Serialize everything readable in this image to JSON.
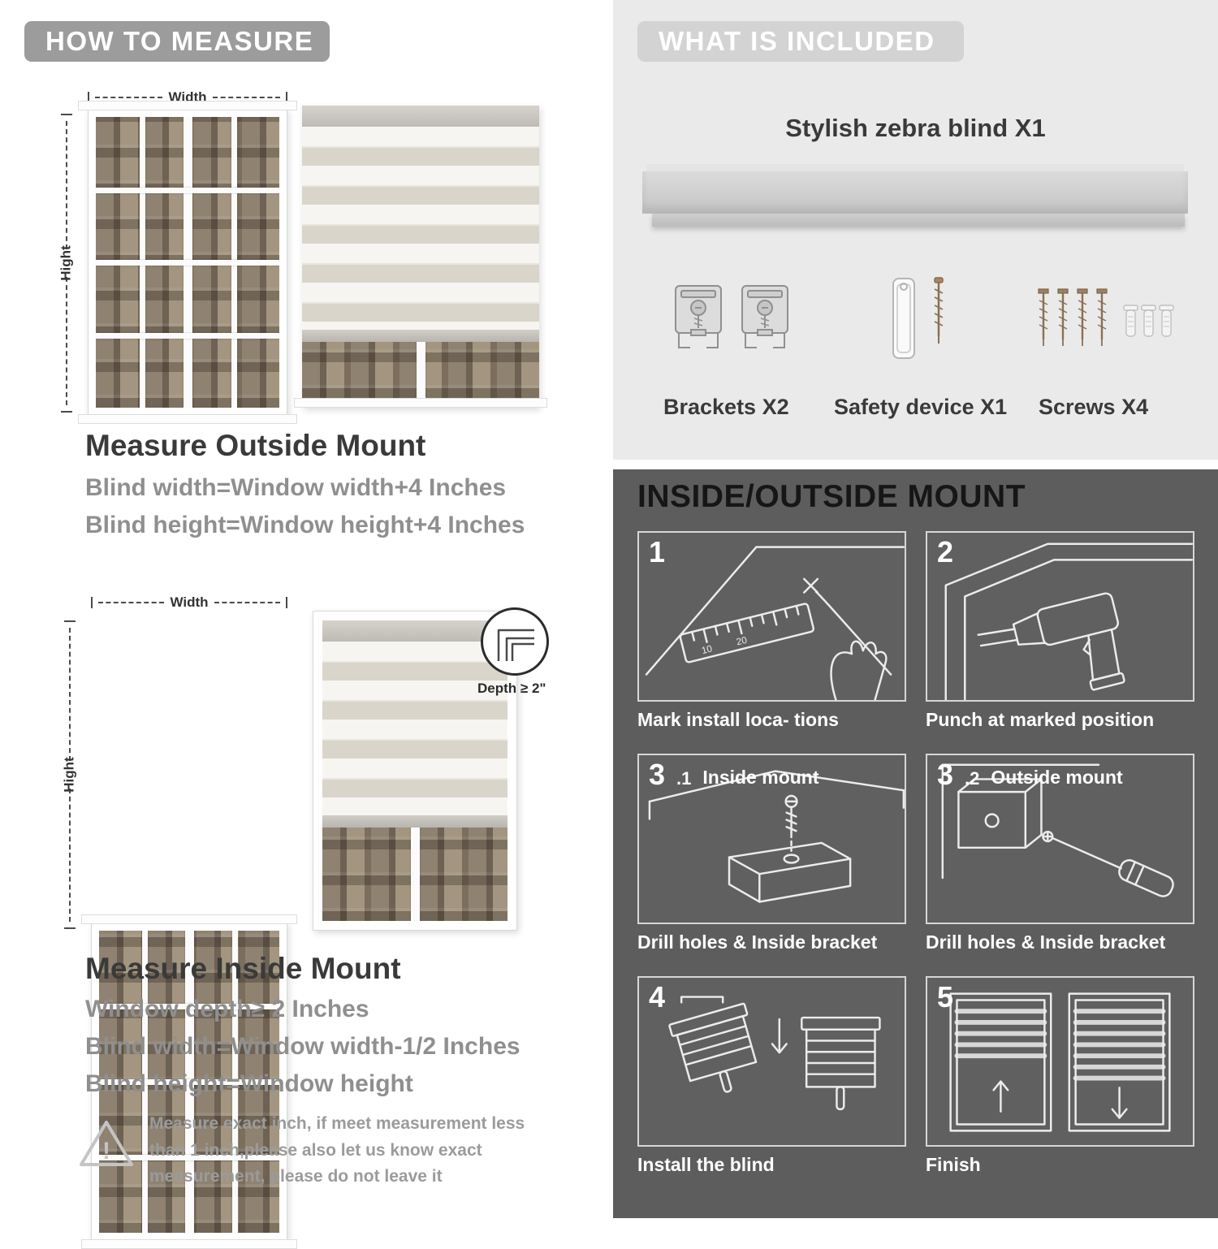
{
  "left": {
    "banner": "HOW TO MEASURE",
    "labels": {
      "width": "Width",
      "height": "Hight"
    },
    "outside": {
      "heading": "Measure Outside Mount",
      "line1": "Blind width=Window width+4 Inches",
      "line2": "Blind height=Window height+4 Inches"
    },
    "inside": {
      "depth_callout": "Depth ≥ 2\"",
      "heading": "Measure Inside Mount",
      "line1": "Window depth≥ 2 Inches",
      "line2": "Blind width=Window width-1/2 Inches",
      "line3": "Blind height=Window height"
    },
    "warning_text": "Measure exact inch, if meet measurement less than 1 inch,please also let us know exact measurement, please do not leave it"
  },
  "right": {
    "included": {
      "banner": "WHAT IS INCLUDED",
      "product_title": "Stylish zebra blind X1",
      "items": [
        {
          "label": "Brackets X2",
          "icon": "bracket-icon"
        },
        {
          "label": "Safety device X1",
          "icon": "safety-device-icon"
        },
        {
          "label": "Screws X4",
          "icon": "screws-icon"
        }
      ]
    },
    "mount": {
      "heading": "INSIDE/OUTSIDE MOUNT",
      "ruler_marks": [
        "10",
        "20"
      ],
      "steps": [
        {
          "num": "1",
          "sub_num": "",
          "label": "",
          "caption": "Mark install loca- tions"
        },
        {
          "num": "2",
          "sub_num": "",
          "label": "",
          "caption": "Punch at  marked position"
        },
        {
          "num": "3",
          "sub_num": ".1",
          "label": "Inside mount",
          "caption": "Drill holes &  Inside bracket"
        },
        {
          "num": "3",
          "sub_num": ".2",
          "label": "Outside mount",
          "caption": "Drill holes &  Inside bracket"
        },
        {
          "num": "4",
          "sub_num": "",
          "label": "",
          "caption": "Install the blind"
        },
        {
          "num": "5",
          "sub_num": "",
          "label": "",
          "caption": "Finish"
        }
      ]
    }
  },
  "colors": {
    "banner_gray": "#9c9c9c",
    "light_panel": "#eaeaea",
    "dark_panel": "#5d5d5d",
    "heading_text": "#3a3a3a",
    "body_text": "#8f8f8f"
  }
}
